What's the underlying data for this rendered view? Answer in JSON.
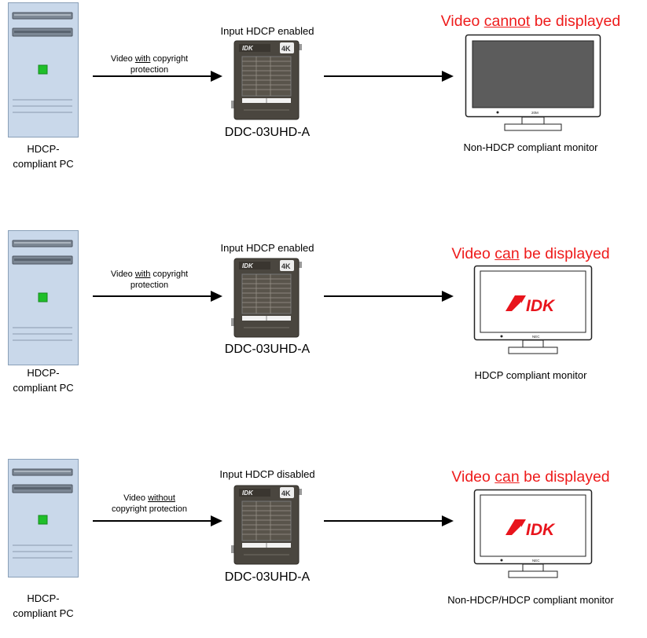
{
  "colors": {
    "status_red": "#ee1c1c",
    "pc_body": "#c9d8ea",
    "pc_led": "#1fbf2a",
    "device_body": "#4a463f",
    "monitor_frame": "#222222",
    "screen_off": "#5c5c5c",
    "logo_red": "#e8141c"
  },
  "scenarios": [
    {
      "pc_label_line1": "HDCP-",
      "pc_label_line2": "compliant PC",
      "arrow_text_pre": "Video ",
      "arrow_text_emph": "with",
      "arrow_text_post": " copyright",
      "arrow_text_line2": "protection",
      "device_mode": "Input HDCP enabled",
      "device_name": "DDC-03UHD-A",
      "status_pre": "Video ",
      "status_emph": "cannot",
      "status_post": " be displayed",
      "monitor_label": "Non-HDCP compliant monitor",
      "screen_shows_logo": false
    },
    {
      "pc_label_line1": "HDCP-",
      "pc_label_line2": "compliant PC",
      "arrow_text_pre": "Video ",
      "arrow_text_emph": "with",
      "arrow_text_post": " copyright",
      "arrow_text_line2": "protection",
      "device_mode": "Input HDCP enabled",
      "device_name": "DDC-03UHD-A",
      "status_pre": "Video ",
      "status_emph": "can",
      "status_post": " be displayed",
      "monitor_label": "HDCP compliant monitor",
      "screen_shows_logo": true,
      "logo_text": "IDK"
    },
    {
      "pc_label_line1": "HDCP-",
      "pc_label_line2": "compliant PC",
      "arrow_text_pre": "Video ",
      "arrow_text_emph": "without",
      "arrow_text_post": "",
      "arrow_text_line2": "copyright protection",
      "device_mode": "Input HDCP disabled",
      "device_name": "DDC-03UHD-A",
      "status_pre": "Video ",
      "status_emph": "can",
      "status_post": " be displayed",
      "monitor_label": "Non-HDCP/HDCP compliant monitor",
      "screen_shows_logo": true,
      "logo_text": "IDK"
    }
  ]
}
